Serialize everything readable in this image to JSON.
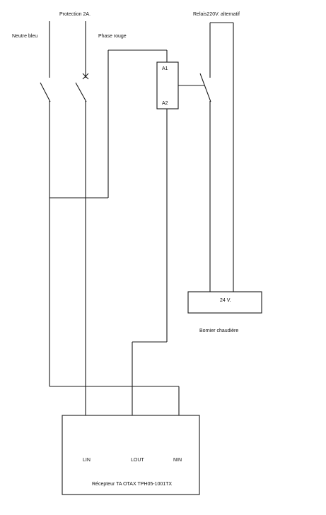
{
  "labels": {
    "protection": "Protection 2A.",
    "relay_title": "Relais220V. alternatif",
    "neutral": "Neutre bleu",
    "phase": "Phase rouge",
    "coil_a1": "A1",
    "coil_a2": "A2",
    "boiler_voltage": "24 V.",
    "boiler_terminal": "Bornier chaudière",
    "terminal_lin": "LIN",
    "terminal_lout": "LOUT",
    "terminal_nin": "NIN",
    "receiver": "Récepteur TA OTAX TPH05-1001TX"
  },
  "colors": {
    "line": "#1a1a1a",
    "text": "#111111",
    "background": "#ffffff"
  }
}
